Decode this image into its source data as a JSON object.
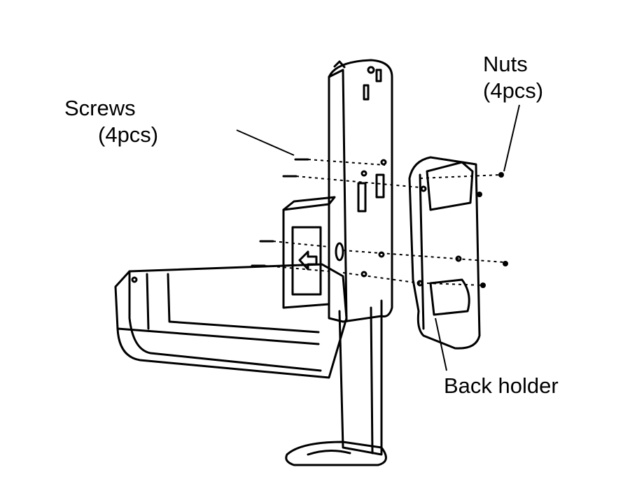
{
  "labels": {
    "screws": {
      "line1": "Screws",
      "line2": "(4pcs)"
    },
    "nuts": {
      "line1": "Nuts",
      "line2": "(4pcs)"
    },
    "back_holder": "Back holder"
  },
  "colors": {
    "line": "#000000",
    "background": "#ffffff"
  }
}
